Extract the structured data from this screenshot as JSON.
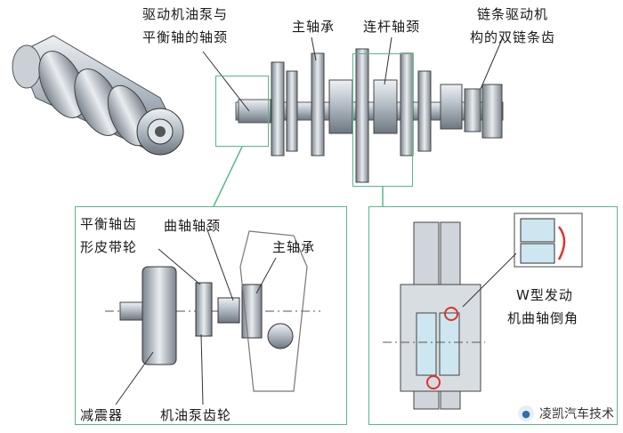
{
  "labels": {
    "drive_journal_line1": "驱动机油泵与",
    "drive_journal_line2": "平衡轴的轴颈",
    "main_bearing_top": "主轴承",
    "conrod_journal": "连杆轴颈",
    "chain_line1": "链条驱动机",
    "chain_line2": "构的双链条齿",
    "belt_line1": "平衡轴齿",
    "belt_line2": "形皮带轮",
    "crank_journal": "曲轴轴颈",
    "main_bearing_bottom": "主轴承",
    "damper": "减震器",
    "pump_gear": "机油泵齿轮",
    "fillet_line1": "W型发动",
    "fillet_line2": "机曲轴倒角"
  },
  "brand": {
    "name": "凌凯汽车技术",
    "icon": "wechat-icon"
  },
  "colors": {
    "frame": "#58b88a",
    "highlight": "#e0322b",
    "metal": "#b9c3cc",
    "cyan": "#cde6ef"
  }
}
